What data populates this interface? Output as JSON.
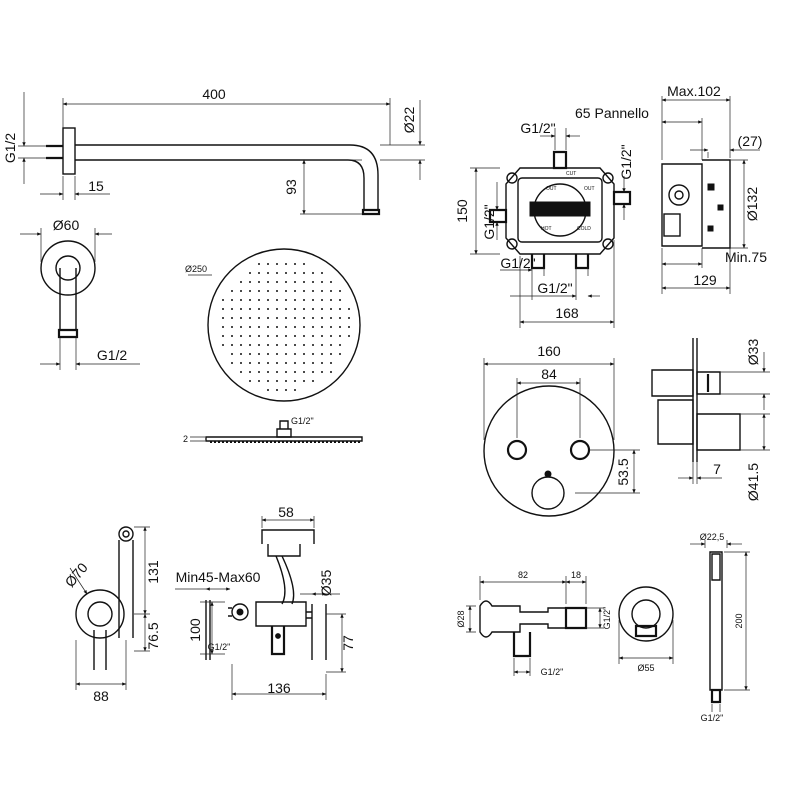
{
  "shower_arm": {
    "length": "400",
    "tube_diameter": "Ø22",
    "thread": "G1/2",
    "flange_offset": "15",
    "drop": "93"
  },
  "wall_flange": {
    "diameter": "Ø60",
    "thread": "G1/2"
  },
  "shower_head": {
    "diameter": "Ø250",
    "thickness": "2",
    "thread": "G1/2\""
  },
  "mixer_box": {
    "top_thread": "G1/2\"",
    "right_thread": "G1/2\"",
    "height": "150",
    "left_thread": "G1/2\"",
    "bottom_left_thread": "G1/2\"",
    "bottom_thread": "G1/2\"",
    "width": "168",
    "label_out_left": "OUT",
    "label_out_right": "OUT",
    "label_hot": "HOT",
    "label_cold": "COLD",
    "label_cut": "CUT"
  },
  "mixer_side": {
    "max_depth": "Max.102",
    "panel_depth": "65 Pannello",
    "offset": "(27)",
    "diameter": "Ø132",
    "min_depth": "Min.75",
    "depth": "129"
  },
  "control_plate": {
    "diameter": "160",
    "knob_spacing": "84",
    "knob_offset": "53.5"
  },
  "control_side": {
    "diameter_top": "Ø33",
    "offset": "7",
    "diameter_bottom": "Ø41.5"
  },
  "bidet_valve": {
    "diameter": "Ø70",
    "height": "131",
    "offset": "76.5",
    "width": "88"
  },
  "bidet_spray": {
    "holder_width": "58",
    "adjustment": "Min45-Max60",
    "diameter": "Ø35",
    "height_left": "100",
    "height_right": "77",
    "width": "136",
    "thread": "G1/2\""
  },
  "wall_connector": {
    "length": "82",
    "depth": "18",
    "diameter": "Ø28",
    "thread_right": "G1/2\"",
    "thread_bottom": "G1/2\""
  },
  "hose_outlet": {
    "diameter": "Ø55"
  },
  "hand_shower": {
    "diameter": "Ø22,5",
    "length": "200",
    "thread": "G1/2\""
  }
}
